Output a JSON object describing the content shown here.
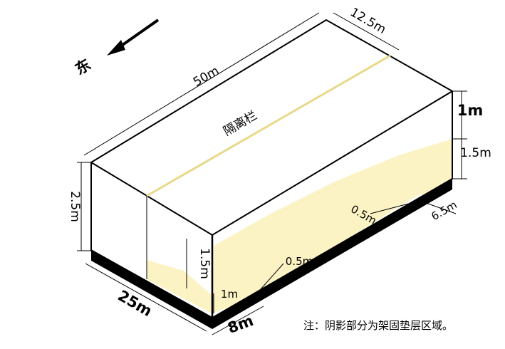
{
  "diagram": {
    "direction_label": "东",
    "fence_label": "隔离栏",
    "dims": {
      "length_top": "50m",
      "width_top": "12.5m",
      "height_left": "2.5m",
      "right_upper": "1m",
      "right_lower": "1.5m",
      "front_left_bottom": "25m",
      "front_bottom": "8m",
      "right_bottom": "6.5m",
      "inner_height": "1.5m",
      "inner_bottom": "1m",
      "slope_a": "0.5m",
      "slope_b": "0.5m"
    },
    "note": "注：阴影部分为架固垫层区域。",
    "colors": {
      "shade": "#fcf3c4",
      "fence_line": "#e8d98a",
      "base": "#000000",
      "outline": "#000000"
    }
  }
}
